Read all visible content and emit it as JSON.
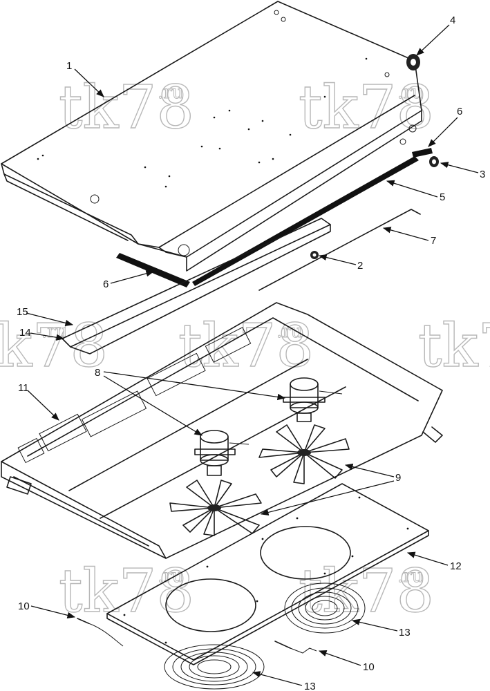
{
  "diagram": {
    "callouts": [
      {
        "id": "c1",
        "label": "1"
      },
      {
        "id": "c4",
        "label": "4"
      },
      {
        "id": "c6a",
        "label": "6"
      },
      {
        "id": "c3",
        "label": "3"
      },
      {
        "id": "c5",
        "label": "5"
      },
      {
        "id": "c7",
        "label": "7"
      },
      {
        "id": "c2",
        "label": "2"
      },
      {
        "id": "c6b",
        "label": "6"
      },
      {
        "id": "c15",
        "label": "15"
      },
      {
        "id": "c14",
        "label": "14"
      },
      {
        "id": "c11",
        "label": "11"
      },
      {
        "id": "c8",
        "label": "8"
      },
      {
        "id": "c9",
        "label": "9"
      },
      {
        "id": "c12",
        "label": "12"
      },
      {
        "id": "c10a",
        "label": "10"
      },
      {
        "id": "c13a",
        "label": "13"
      },
      {
        "id": "c10b",
        "label": "10"
      },
      {
        "id": "c13b",
        "label": "13"
      }
    ],
    "watermark": {
      "text": "tk78",
      "suffix": ".ru"
    }
  }
}
